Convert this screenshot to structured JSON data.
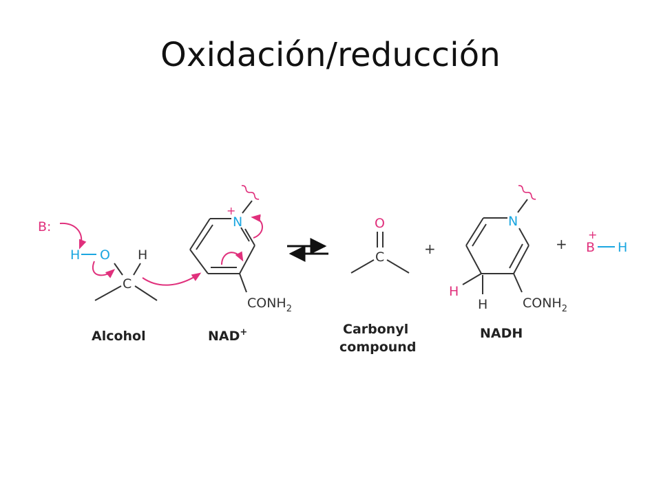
{
  "slide": {
    "title": "Oxidación/reducción"
  },
  "colors": {
    "black": "#333333",
    "blue": "#1aa6e0",
    "magenta": "#e0307c"
  },
  "diagram": {
    "alcohol": {
      "base": "B:",
      "h_left": "H",
      "oxygen": "O",
      "h_right": "H",
      "carbon": "C",
      "label": "Alcohol"
    },
    "nad": {
      "nitrogen": "N",
      "charge": "+",
      "group": "CONH",
      "group_sub": "2",
      "label": "NAD",
      "label_sup": "+"
    },
    "carbonyl": {
      "oxygen": "O",
      "carbon": "C",
      "label_line1": "Carbonyl",
      "label_line2": "compound"
    },
    "nadh": {
      "nitrogen": "N",
      "h_top": "H",
      "h_bottom": "H",
      "group": "CONH",
      "group_sub": "2",
      "label": "NADH"
    },
    "plus_sign": "+",
    "product_bh": {
      "charge": "+",
      "base": "B",
      "hydrogen": "H"
    }
  }
}
